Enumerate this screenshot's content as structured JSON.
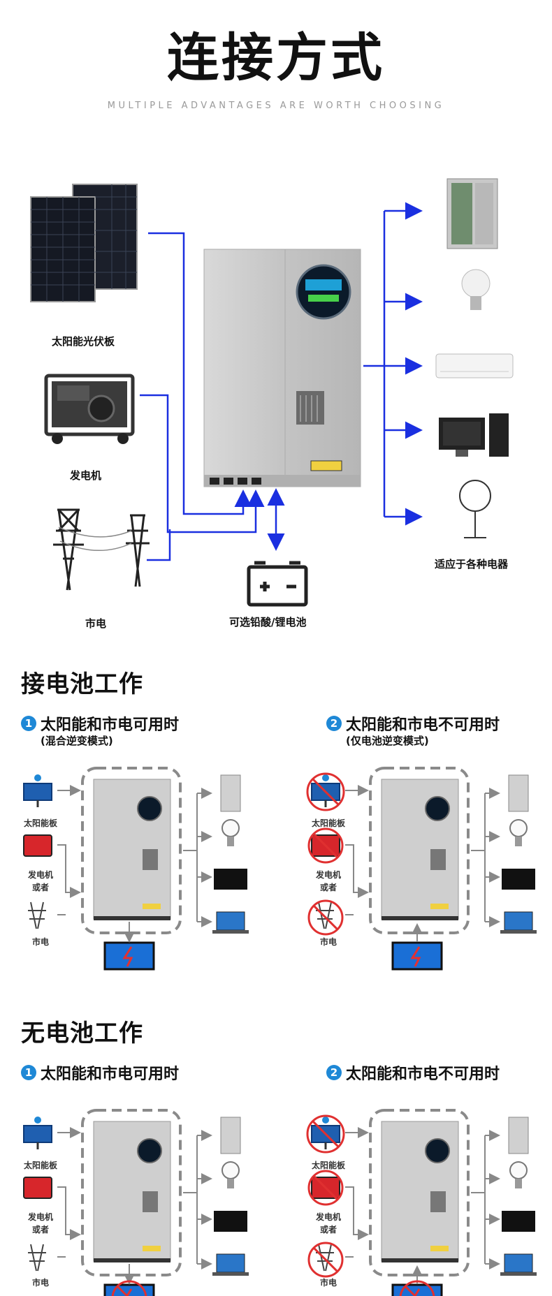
{
  "header": {
    "title": "连接方式",
    "subtitle": "MULTIPLE ADVANTAGES ARE WORTH CHOOSING"
  },
  "connection": {
    "solar_label": "太阳能光伏板",
    "generator_label": "发电机",
    "grid_label": "市电",
    "battery_label": "可选铅酸/锂电池",
    "appliances_label": "适应于各种电器",
    "colors": {
      "wire": "#1a2fe0"
    }
  },
  "with_battery": {
    "title": "接电池工作",
    "case1": {
      "badge": "1",
      "title": "太阳能和市电可用时",
      "subtitle": "(混合逆变模式)"
    },
    "case2": {
      "badge": "2",
      "title": "太阳能和市电不可用时",
      "subtitle": "(仅电池逆变模式)"
    },
    "labels": {
      "solar": "太阳能板",
      "generator_line1": "发电机",
      "generator_line2": "或者",
      "grid": "市电"
    }
  },
  "without_battery": {
    "title": "无电池工作",
    "case1": {
      "badge": "1",
      "title": "太阳能和市电可用时"
    },
    "case2": {
      "badge": "2",
      "title": "太阳能和市电不可用时"
    },
    "labels": {
      "solar": "太阳能板",
      "generator_line1": "发电机",
      "generator_line2": "或者",
      "grid": "市电"
    }
  }
}
